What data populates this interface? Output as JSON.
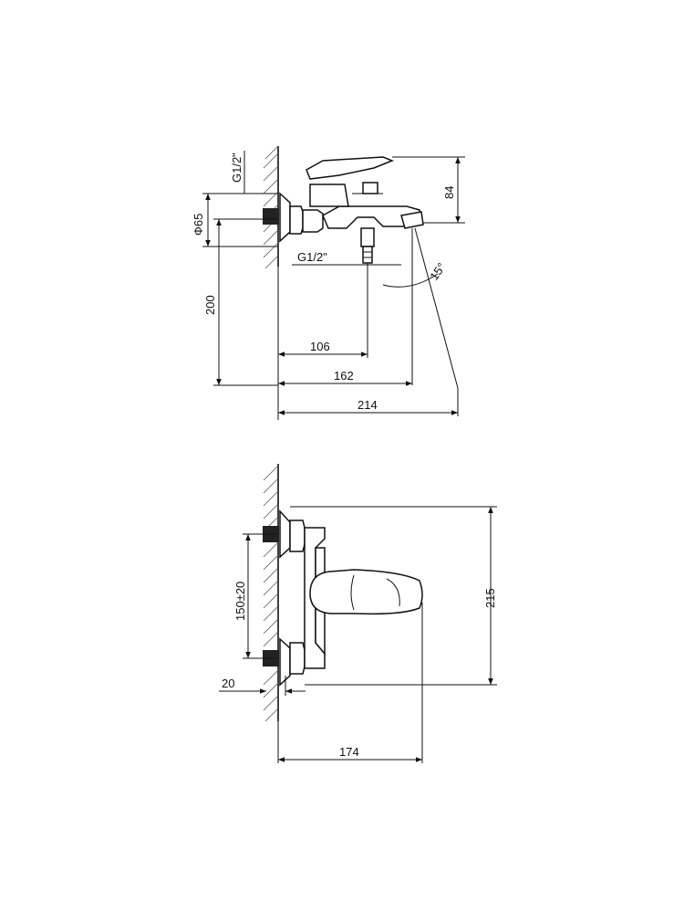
{
  "side_view": {
    "thread_top": "G1/2\"",
    "diameter": "Ф65",
    "height_84": "84",
    "thread_bottom": "G1/2\"",
    "angle": "15°",
    "height_200": "200",
    "width_106": "106",
    "width_162": "162",
    "width_214": "214"
  },
  "top_view": {
    "spacing": "150±20",
    "height_215": "215",
    "offset_20": "20",
    "width_174": "174"
  }
}
